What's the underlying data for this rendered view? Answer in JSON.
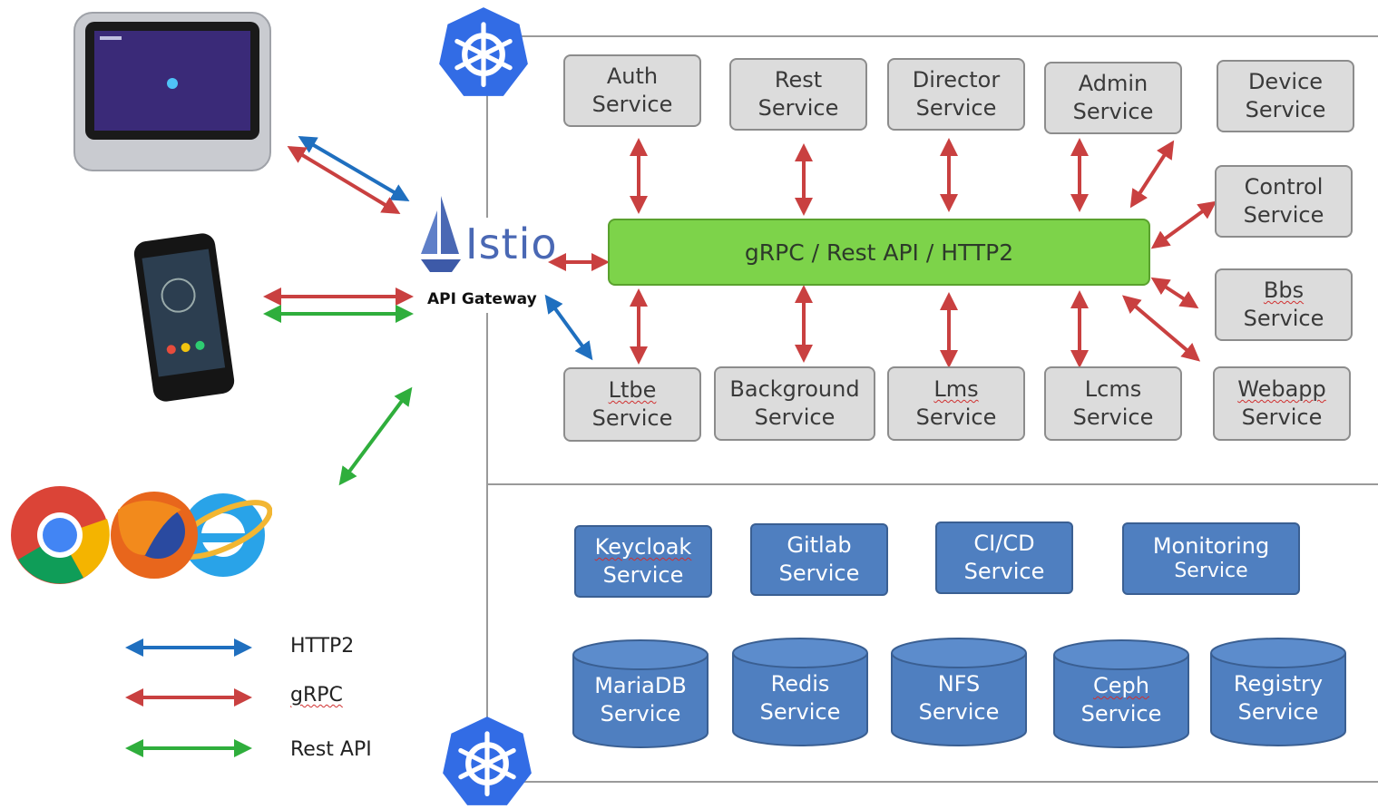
{
  "gateway": {
    "brand": "Istio",
    "label": "API Gateway"
  },
  "bus": {
    "label": "gRPC / Rest API / HTTP2"
  },
  "services_top": [
    {
      "l1": "Auth",
      "l2": "Service"
    },
    {
      "l1": "Rest",
      "l2": "Service"
    },
    {
      "l1": "Director",
      "l2": "Service"
    },
    {
      "l1": "Admin",
      "l2": "Service"
    },
    {
      "l1": "Device",
      "l2": "Service"
    }
  ],
  "services_right": [
    {
      "l1": "Control",
      "l2": "Service"
    },
    {
      "l1": "Bbs",
      "l2": "Service"
    }
  ],
  "services_bottom": [
    {
      "l1": "Ltbe",
      "l2": "Service"
    },
    {
      "l1": "Background",
      "l2": "Service"
    },
    {
      "l1": "Lms",
      "l2": "Service"
    },
    {
      "l1": "Lcms",
      "l2": "Service"
    },
    {
      "l1": "Webapp",
      "l2": "Service"
    }
  ],
  "infra_services": [
    {
      "l1": "Keycloak",
      "l2": "Service"
    },
    {
      "l1": "Gitlab",
      "l2": "Service"
    },
    {
      "l1": "CI/CD",
      "l2": "Service"
    },
    {
      "l1": "Monitoring",
      "l2": "Service"
    }
  ],
  "databases": [
    {
      "l1": "MariaDB",
      "l2": "Service"
    },
    {
      "l1": "Redis",
      "l2": "Service"
    },
    {
      "l1": "NFS",
      "l2": "Service"
    },
    {
      "l1": "Ceph",
      "l2": "Service"
    },
    {
      "l1": "Registry",
      "l2": "Service"
    }
  ],
  "legend": [
    {
      "label": "HTTP2",
      "color": "#1f6fbf"
    },
    {
      "label": "gRPC",
      "color": "#c94040"
    },
    {
      "label": "Rest API",
      "color": "#2fae3c"
    }
  ],
  "colors": {
    "http2": "#1f6fbf",
    "grpc": "#c94040",
    "rest": "#2fae3c",
    "kubernetes": "#326ce5"
  }
}
